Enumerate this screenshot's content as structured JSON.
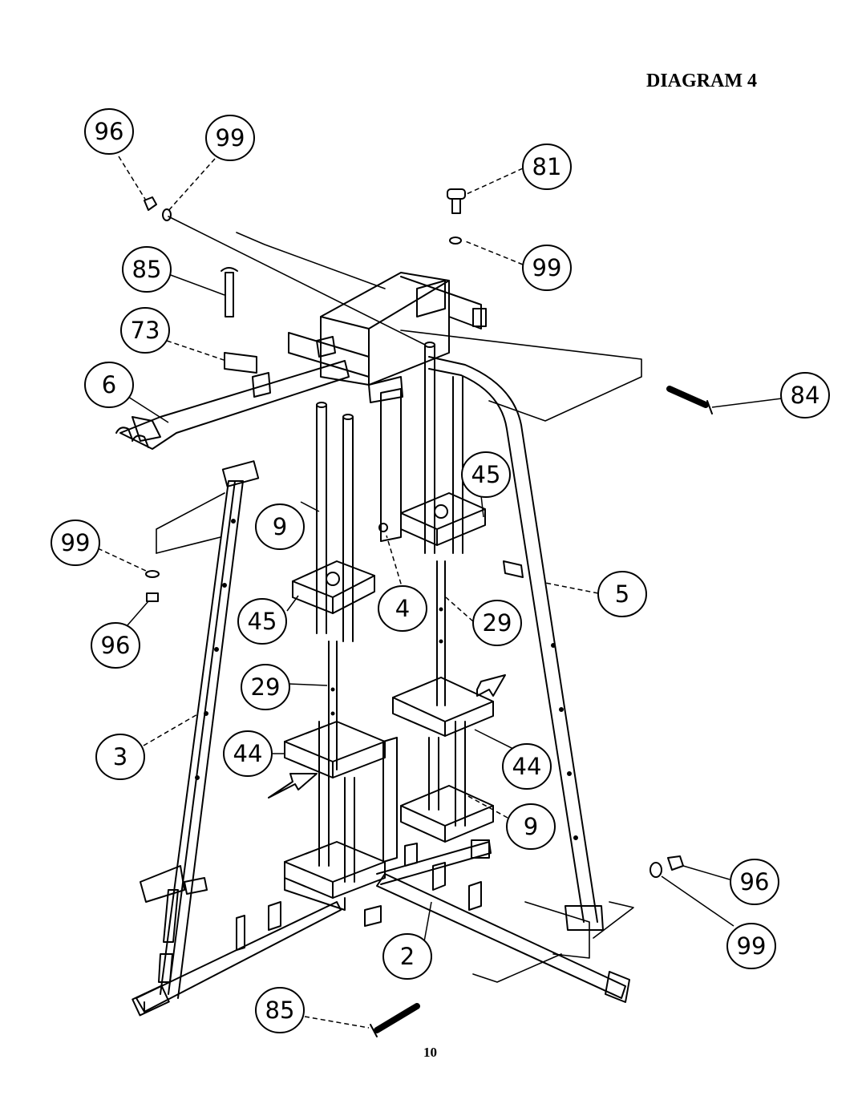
{
  "title": "DIAGRAM 4",
  "page_number": "10",
  "callouts": [
    "96",
    "99",
    "81",
    "99",
    "85",
    "73",
    "6",
    "84",
    "45",
    "9",
    "99",
    "45",
    "4",
    "5",
    "29",
    "96",
    "29",
    "44",
    "44",
    "3",
    "9",
    "96",
    "99",
    "2",
    "85"
  ]
}
